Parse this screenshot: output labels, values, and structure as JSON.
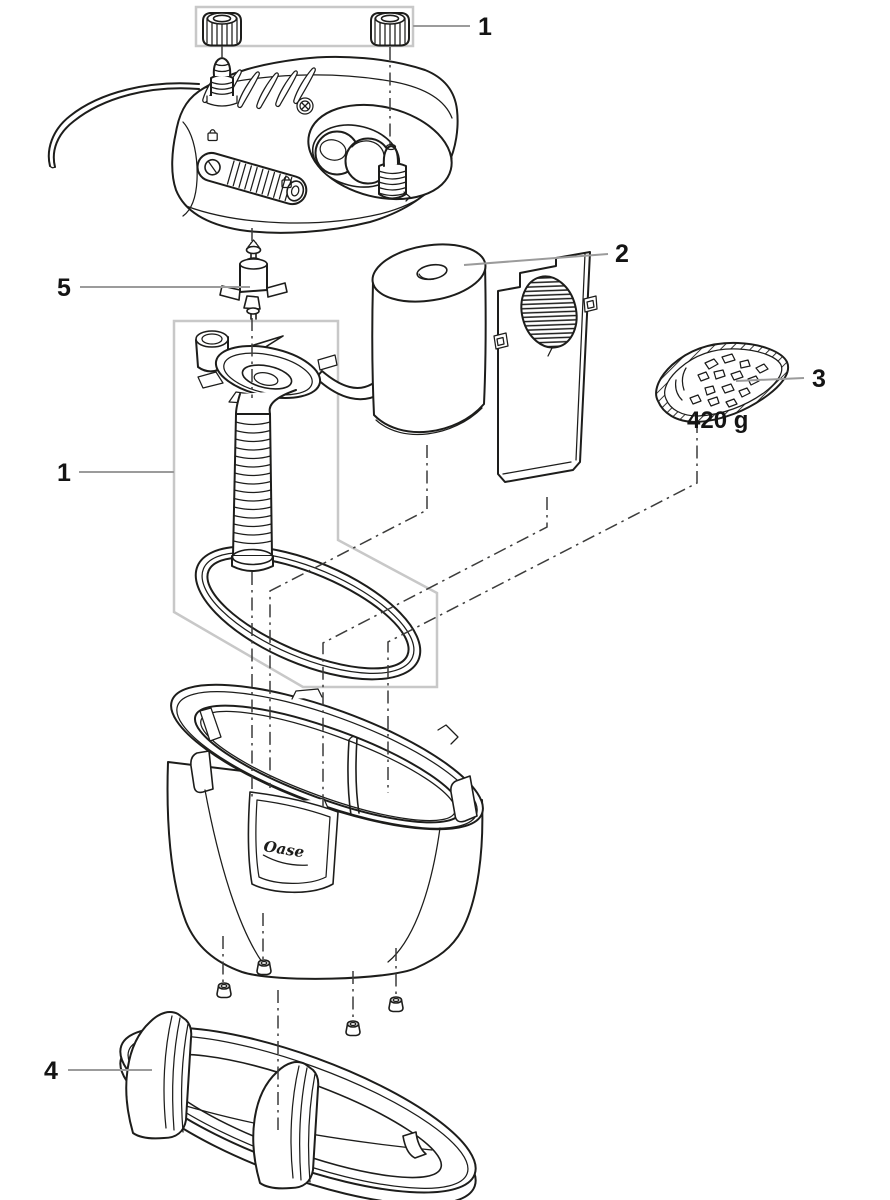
{
  "colors": {
    "line": "#1d1d1b",
    "leader": "#9b9b9b",
    "box": "#c8c8c8",
    "dash": "#3c3c3b",
    "label": "#141414",
    "background": "#ffffff"
  },
  "callouts": {
    "connection_caps": "1",
    "filter_cartridge": "2",
    "filter_media": "3",
    "base_stand": "4",
    "impeller": "5",
    "intake_unit": "1"
  },
  "texts": {
    "media_weight": "420 g",
    "brand_logo": "Oase"
  },
  "parts": [
    "hose-connection-caps",
    "pump-head",
    "impeller",
    "intake-unit-with-gasket",
    "filter-cartridge",
    "grille-plate",
    "filter-media-bag",
    "seal-gasket",
    "filter-container",
    "rubber-feet",
    "base-stand"
  ]
}
